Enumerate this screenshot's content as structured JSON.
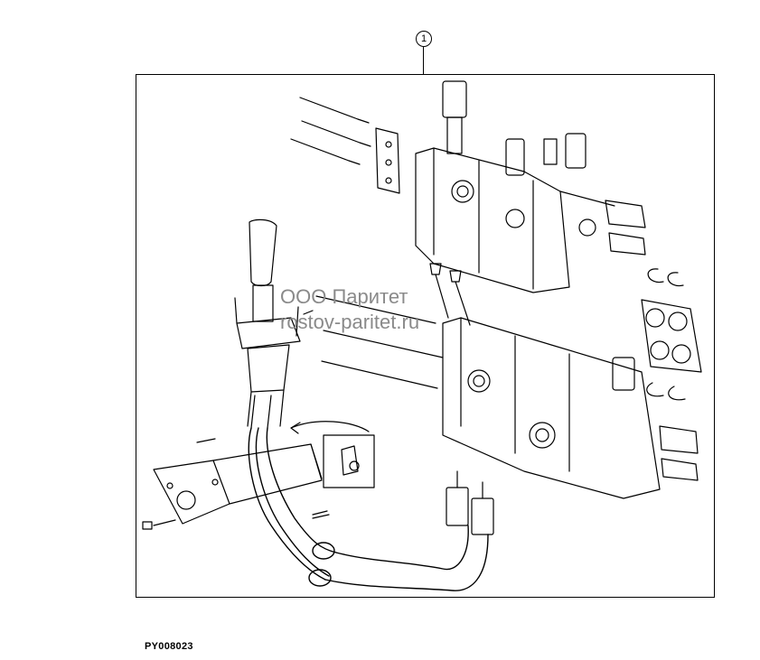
{
  "diagram": {
    "callout_number": "1",
    "figure_id": "PY008023"
  },
  "watermark": {
    "line1": "ООО Паритет",
    "line2": "rostov-paritet.ru"
  },
  "colors": {
    "line": "#000000",
    "watermark": "#8a8a8a",
    "background": "#ffffff"
  }
}
